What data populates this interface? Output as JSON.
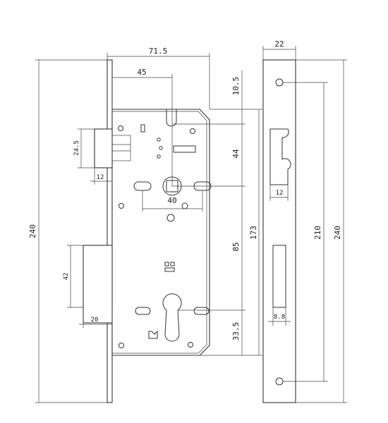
{
  "drawing": {
    "stroke_color": "#333333",
    "background": "#ffffff",
    "dimensions": {
      "body_depth": "71.5",
      "backset": "45",
      "top_offset": "10.5",
      "latch_to_spindle": "44",
      "latch_height": "24.5",
      "latch_width": "12",
      "spindle_spacing": "40",
      "overall_height": "240",
      "spindle_to_cylinder": "85",
      "body_height": "173",
      "deadbolt_height": "42",
      "deadbolt_width": "20",
      "cylinder_bottom": "33.5",
      "faceplate_width": "22",
      "faceplate_latch_slot": "12",
      "faceplate_hole_spacing": "210",
      "faceplate_height": "240",
      "faceplate_bolt_slot": "8.8"
    }
  }
}
